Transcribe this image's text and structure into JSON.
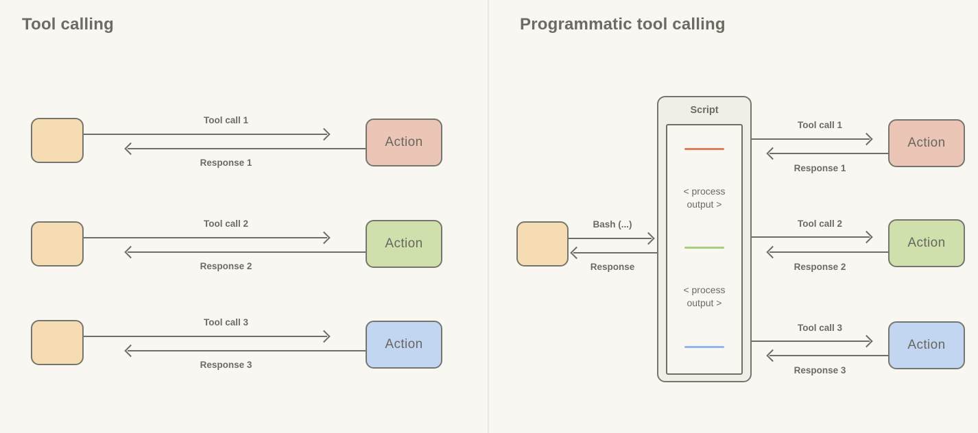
{
  "colors": {
    "background": "#F8F7F1",
    "panel_divider": "#EBE8E0",
    "box_border": "#76756D",
    "arrow_line": "#6F6E66",
    "text": "#6B6A63",
    "agent_box": "#F5DCB2",
    "action_pink": "#EBC6B6",
    "action_green": "#CFE0AC",
    "action_blue": "#C2D6F1",
    "script_fill": "#F0EEE7",
    "snippet_orange": "#DD7D59",
    "snippet_green": "#A9CD7F",
    "snippet_blue": "#90B5E9"
  },
  "left_panel": {
    "title": "Tool calling",
    "rows": [
      {
        "tool_call": "Tool call 1",
        "response": "Response 1",
        "action": "Action",
        "action_color": "#EBC6B6"
      },
      {
        "tool_call": "Tool call 2",
        "response": "Response 2",
        "action": "Action",
        "action_color": "#CFE0AC"
      },
      {
        "tool_call": "Tool call 3",
        "response": "Response 3",
        "action": "Action",
        "action_color": "#C2D6F1"
      }
    ]
  },
  "right_panel": {
    "title": "Programmatic tool calling",
    "agent_to_script": {
      "call_label": "Bash (...)",
      "response_label": "Response"
    },
    "script": {
      "title": "Script",
      "process_outputs": [
        "< process output >",
        "< process output >"
      ],
      "snippet_colors": [
        "#DD7D59",
        "#A9CD7F",
        "#90B5E9"
      ]
    },
    "rows": [
      {
        "tool_call": "Tool call 1",
        "response": "Response 1",
        "action": "Action",
        "action_color": "#EBC6B6"
      },
      {
        "tool_call": "Tool call 2",
        "response": "Response 2",
        "action": "Action",
        "action_color": "#CFE0AC"
      },
      {
        "tool_call": "Tool call 3",
        "response": "Response 3",
        "action": "Action",
        "action_color": "#C2D6F1"
      }
    ]
  }
}
